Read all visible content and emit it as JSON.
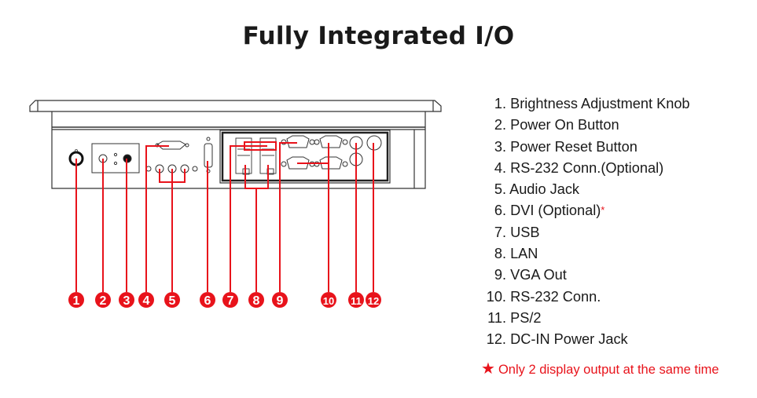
{
  "title": "Fully Integrated I/O",
  "colors": {
    "accent": "#e8131b",
    "line": "#333333",
    "text": "#1a1a1a"
  },
  "callouts": [
    "1",
    "2",
    "3",
    "4",
    "5",
    "6",
    "7",
    "8",
    "9",
    "10",
    "11",
    "12"
  ],
  "legend": [
    {
      "num": "1.",
      "label": "Brightness Adjustment Knob"
    },
    {
      "num": "2.",
      "label": "Power On Button"
    },
    {
      "num": "3.",
      "label": "Power Reset Button"
    },
    {
      "num": "4.",
      "label": "RS-232 Conn.(Optional)"
    },
    {
      "num": "5.",
      "label": "Audio Jack"
    },
    {
      "num": "6.",
      "label": "DVI (Optional)",
      "star": "*"
    },
    {
      "num": "7.",
      "label": "USB"
    },
    {
      "num": "8.",
      "label": "LAN"
    },
    {
      "num": "9.",
      "label": "VGA Out"
    },
    {
      "num": "10.",
      "label": "RS-232 Conn."
    },
    {
      "num": "11.",
      "label": "PS/2"
    },
    {
      "num": "12.",
      "label": "DC-IN Power Jack"
    }
  ],
  "footnote": {
    "star": "★",
    "text": "Only 2 display output at the same time"
  }
}
